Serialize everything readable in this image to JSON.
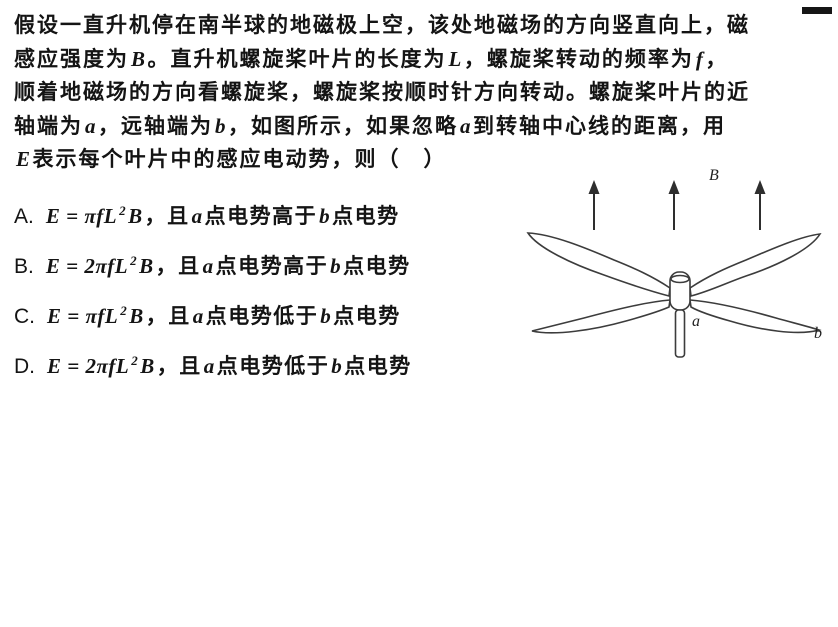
{
  "problem": {
    "lines": [
      [
        {
          "t": "假设一直升机停在南半球的地磁极上空，该处地磁场的方向竖直向上，磁"
        }
      ],
      [
        {
          "t": "感应强度为"
        },
        {
          "t": "B",
          "math": true
        },
        {
          "t": "。直升机螺旋桨叶片的长度为"
        },
        {
          "t": "L",
          "math": true
        },
        {
          "t": "，螺旋桨转动的频率为"
        },
        {
          "t": "f",
          "math": true
        },
        {
          "t": "，"
        }
      ],
      [
        {
          "t": "顺着地磁场的方向看螺旋桨，螺旋桨按顺时针方向转动。螺旋桨叶片的近"
        }
      ],
      [
        {
          "t": "轴端为"
        },
        {
          "t": "a",
          "math": true
        },
        {
          "t": "，远轴端为"
        },
        {
          "t": "b",
          "math": true
        },
        {
          "t": "，如图所示，如果忽略"
        },
        {
          "t": "a",
          "math": true
        },
        {
          "t": "到转轴中心线的距离，用"
        }
      ],
      [
        {
          "t": "E",
          "math": true
        },
        {
          "t": "表示每个叶片中的感应电动势，则（　）"
        }
      ]
    ],
    "options": [
      {
        "label": "A.",
        "segments": [
          {
            "t": "E = πfL",
            "math": true
          },
          {
            "t": "2",
            "math": true,
            "sup": true
          },
          {
            "t": "B",
            "math": true
          },
          {
            "t": "，且"
          },
          {
            "t": "a",
            "math": true
          },
          {
            "t": "点电势高于"
          },
          {
            "t": "b",
            "math": true
          },
          {
            "t": "点电势"
          }
        ]
      },
      {
        "label": "B.",
        "segments": [
          {
            "t": "E = 2πfL",
            "math": true
          },
          {
            "t": "2",
            "math": true,
            "sup": true
          },
          {
            "t": "B",
            "math": true
          },
          {
            "t": "，且"
          },
          {
            "t": "a",
            "math": true
          },
          {
            "t": "点电势高于"
          },
          {
            "t": "b",
            "math": true
          },
          {
            "t": "点电势"
          }
        ]
      },
      {
        "label": "C.",
        "segments": [
          {
            "t": "E = πfL",
            "math": true
          },
          {
            "t": "2",
            "math": true,
            "sup": true
          },
          {
            "t": "B",
            "math": true
          },
          {
            "t": "，且"
          },
          {
            "t": "a",
            "math": true
          },
          {
            "t": "点电势低于"
          },
          {
            "t": "b",
            "math": true
          },
          {
            "t": "点电势"
          }
        ]
      },
      {
        "label": "D.",
        "segments": [
          {
            "t": "E = 2πfL",
            "math": true
          },
          {
            "t": "2",
            "math": true,
            "sup": true
          },
          {
            "t": "B",
            "math": true
          },
          {
            "t": "，且"
          },
          {
            "t": "a",
            "math": true
          },
          {
            "t": "点电势低于"
          },
          {
            "t": "b",
            "math": true
          },
          {
            "t": "点电势"
          }
        ]
      }
    ]
  },
  "figure": {
    "field_label": "B",
    "near_label": "a",
    "far_label": "b"
  }
}
